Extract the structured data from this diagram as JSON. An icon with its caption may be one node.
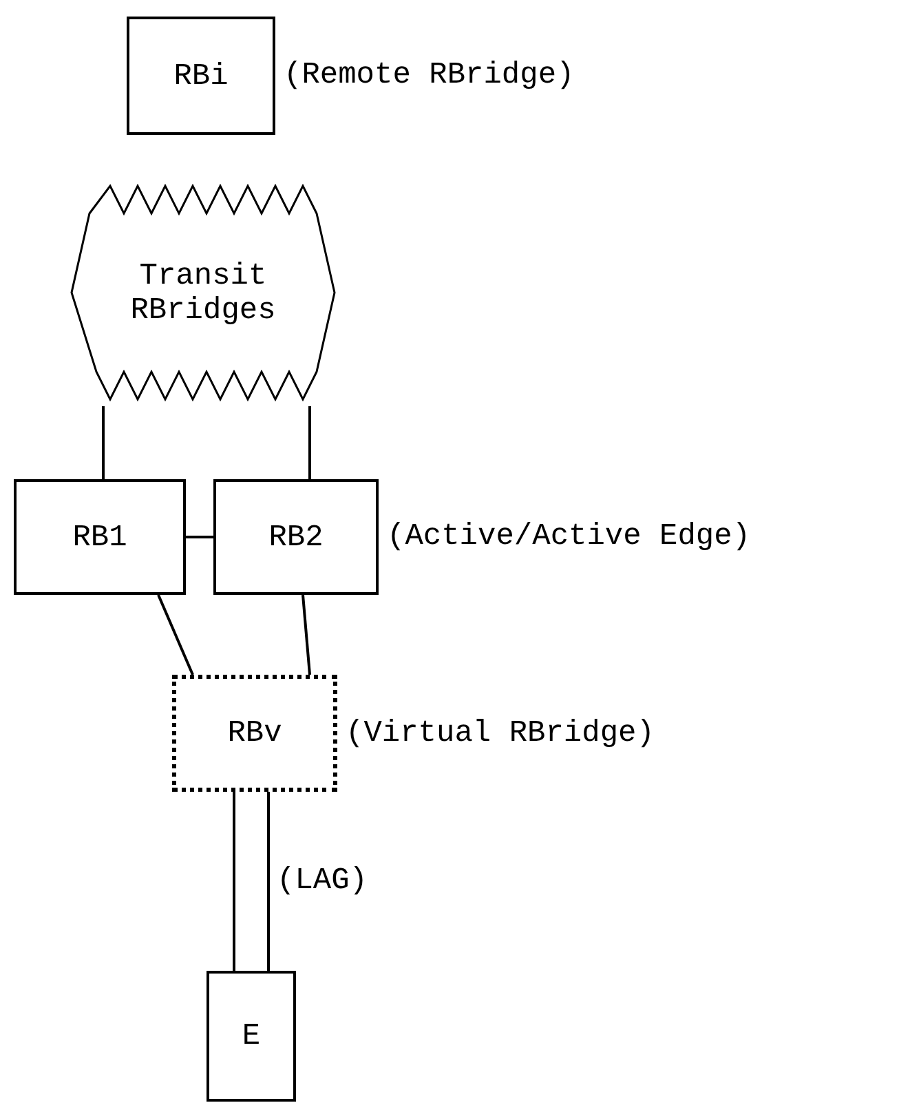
{
  "diagram": {
    "nodes": [
      {
        "text": [
          "RBi"
        ],
        "beside": [
          "(Remote RBridge)"
        ]
      },
      {
        "text": [
          "Transit RBridges"
        ]
      },
      {
        "text": [
          "RB1"
        ]
      },
      {
        "text": [
          "RB2"
        ],
        "beside": [
          "(Active/Active Edge)"
        ]
      },
      {
        "text": [
          "RBv"
        ],
        "beside": [
          "(Virtual RBridge)"
        ]
      },
      {
        "text": [
          "E"
        ]
      }
    ],
    "edges": [
      {
        "from": 1,
        "to": 2,
        "arrow": "none"
      },
      {
        "from": 1,
        "to": 3,
        "arrow": "none"
      },
      {
        "from": 2,
        "to": 3,
        "arrow": "none"
      },
      {
        "from": 2,
        "to": 4,
        "arrow": "none"
      },
      {
        "from": 3,
        "to": 4,
        "arrow": "none"
      },
      {
        "from": 4,
        "to": 5,
        "arrow": "none"
      },
      {
        "from": 4,
        "to": 5,
        "arrow": "none",
        "label": "(LAG)"
      }
    ]
  }
}
